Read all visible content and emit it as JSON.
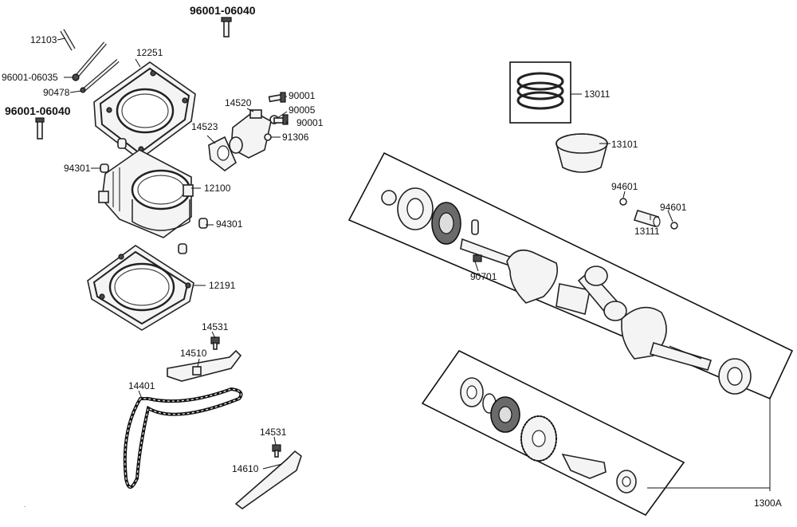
{
  "diagram": {
    "labels": {
      "p96001_06040_top": "96001-06040",
      "p12103": "12103",
      "p12251": "12251",
      "p96001_06035": "96001-06035",
      "p90478": "90478",
      "p96001_06040_left": "96001-06040",
      "p94301_a": "94301",
      "p12100": "12100",
      "p94301_b": "94301",
      "p12191": "12191",
      "p14520": "14520",
      "p90001_a": "90001",
      "p90005": "90005",
      "p90001_b": "90001",
      "p14523": "14523",
      "p91306": "91306",
      "p14531_a": "14531",
      "p14510": "14510",
      "p14401": "14401",
      "p14531_b": "14531",
      "p14610": "14610",
      "p13011": "13011",
      "p13101": "13101",
      "p94601_a": "94601",
      "p94601_b": "94601",
      "p13111": "13111",
      "p90701": "90701",
      "p1300A": "1300A"
    }
  }
}
